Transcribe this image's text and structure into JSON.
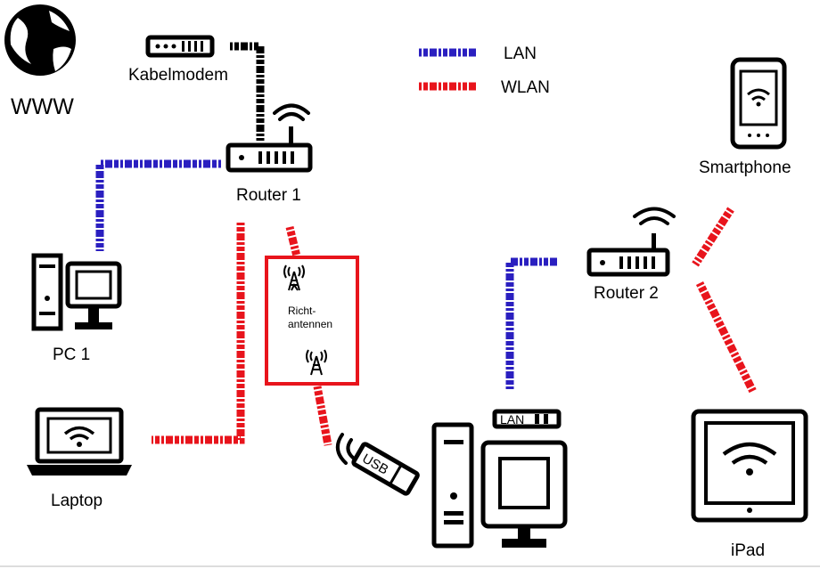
{
  "colors": {
    "lan": "#2a1fc0",
    "wlan": "#e8141c",
    "box": "#e8141c"
  },
  "legend": {
    "lan": "LAN",
    "wlan": "WLAN"
  },
  "nodes": {
    "www": "WWW",
    "modem": "Kabelmodem",
    "router1": "Router 1",
    "router2": "Router 2",
    "pc1": "PC 1",
    "laptop": "Laptop",
    "smartphone": "Smartphone",
    "ipad": "iPad",
    "antenna_box": [
      "Richt-",
      "antennen"
    ],
    "usb": "USB",
    "lan_card": "LAN"
  }
}
